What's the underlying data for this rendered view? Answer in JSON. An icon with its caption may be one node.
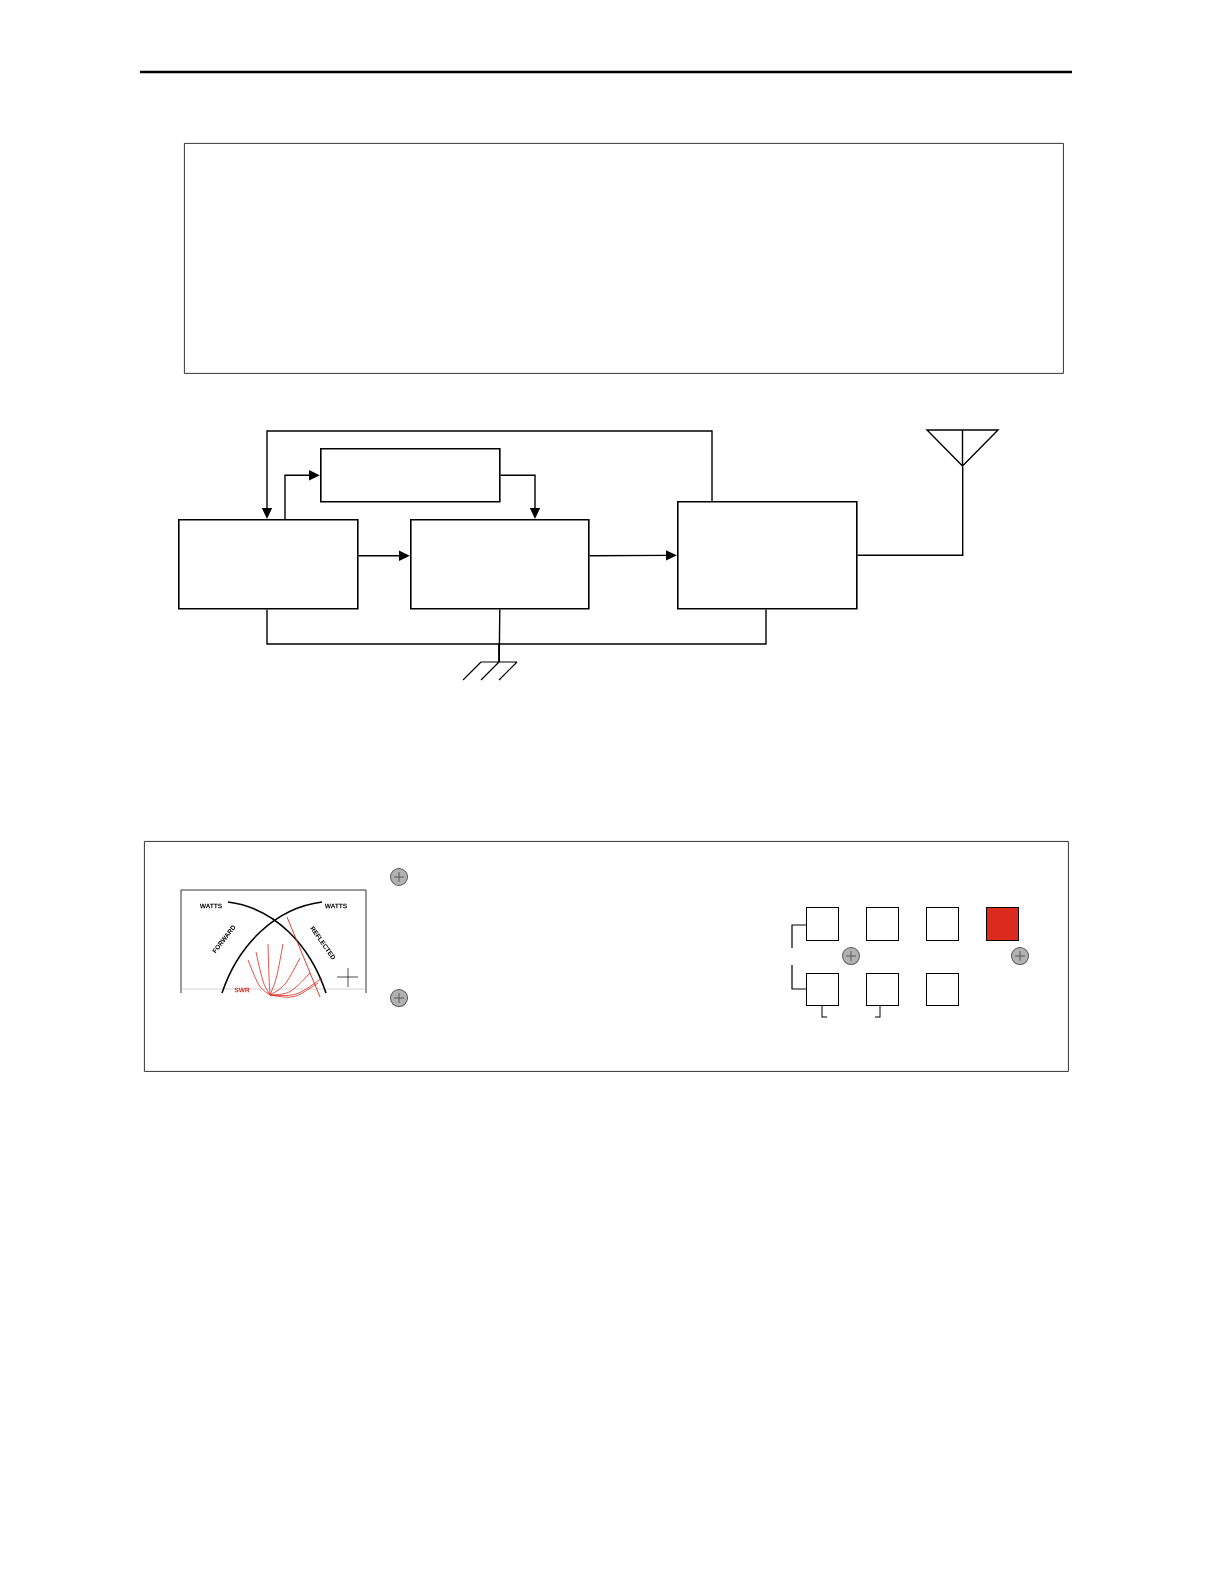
{
  "diagram": {
    "nodes": [
      {
        "text": [],
        "shape": "box"
      },
      {
        "text": [],
        "shape": "box"
      },
      {
        "text": [],
        "shape": "box"
      },
      {
        "text": [],
        "shape": "box"
      },
      {
        "text": [],
        "shape": "box"
      },
      {
        "text": [],
        "shape": "antenna"
      },
      {
        "text": [],
        "shape": "ground"
      },
      {
        "text": [],
        "shape": "box"
      },
      {
        "text": [
          "WATTS",
          "WATTS",
          "FORWARD",
          "REFLECTED",
          "SWR"
        ],
        "in": 7
      },
      {
        "text": [],
        "shape": "box",
        "in": 7
      },
      {
        "text": [],
        "shape": "box",
        "in": 7
      },
      {
        "text": [],
        "shape": "box",
        "in": 7
      },
      {
        "text": [],
        "shape": "box",
        "in": 7
      },
      {
        "text": [],
        "shape": "box",
        "in": 7
      },
      {
        "text": [],
        "shape": "box",
        "in": 7
      },
      {
        "text": [],
        "shape": "box",
        "in": 7
      }
    ],
    "edges": [
      {
        "from": 4,
        "to": 2,
        "arrow": "to"
      },
      {
        "from": 2,
        "to": 1,
        "arrow": "to"
      },
      {
        "from": 1,
        "to": 3,
        "arrow": "to"
      },
      {
        "from": 2,
        "to": 3,
        "arrow": "to"
      },
      {
        "from": 3,
        "to": 4,
        "arrow": "to"
      },
      {
        "from": 4,
        "to": 5,
        "arrow": "none"
      },
      {
        "from": 2,
        "to": 6,
        "arrow": "none"
      },
      {
        "from": 3,
        "to": 6,
        "arrow": "none"
      },
      {
        "from": 4,
        "to": 6,
        "arrow": "none"
      }
    ]
  }
}
